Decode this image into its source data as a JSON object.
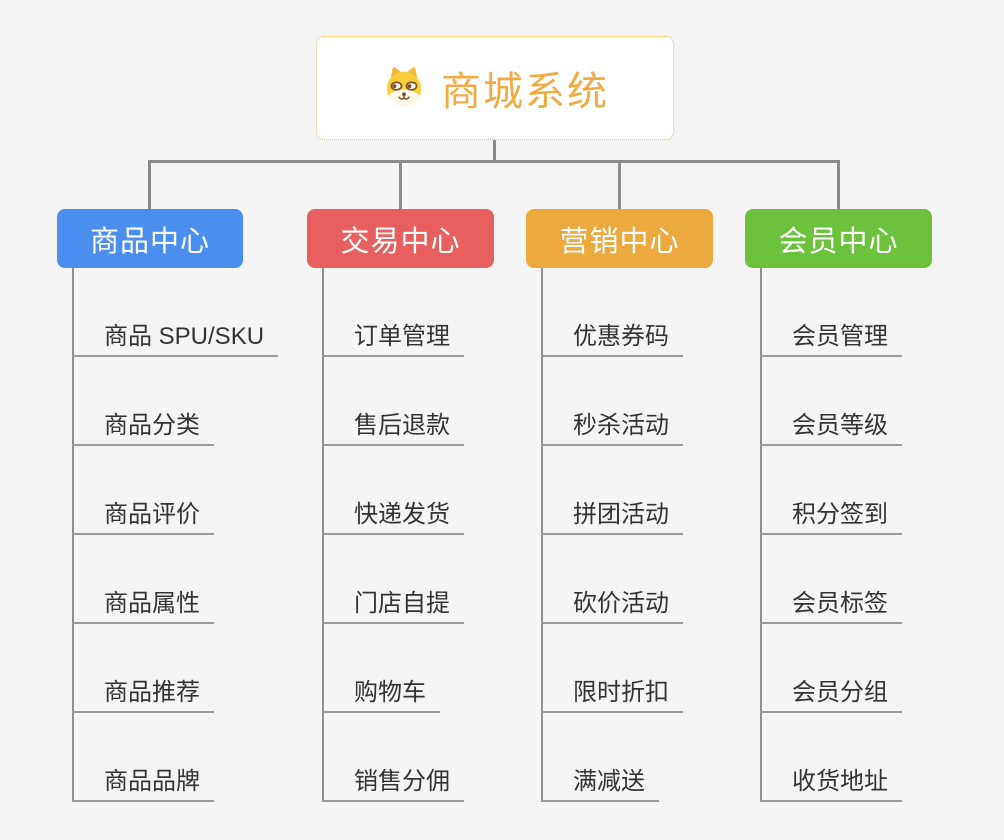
{
  "root": {
    "title": "商城系统",
    "icon": "dog-face-icon"
  },
  "branches": [
    {
      "title": "商品中心",
      "color": "#4a8ff0",
      "items": [
        "商品 SPU/SKU",
        "商品分类",
        "商品评价",
        "商品属性",
        "商品推荐",
        "商品品牌"
      ]
    },
    {
      "title": "交易中心",
      "color": "#e75f5f",
      "items": [
        "订单管理",
        "售后退款",
        "快递发货",
        "门店自提",
        "购物车",
        "销售分佣"
      ]
    },
    {
      "title": "营销中心",
      "color": "#eca93d",
      "items": [
        "优惠券码",
        "秒杀活动",
        "拼团活动",
        "砍价活动",
        "限时折扣",
        "满减送"
      ]
    },
    {
      "title": "会员中心",
      "color": "#6cc13d",
      "items": [
        "会员管理",
        "会员等级",
        "积分签到",
        "会员标签",
        "会员分组",
        "收货地址"
      ]
    }
  ],
  "colors": {
    "background": "#f5f5f5",
    "connector": "#8b8b8b",
    "underline": "#9a9a9a",
    "root_border": "#f0b860",
    "root_text": "#f0ab44",
    "item_text": "#333333"
  }
}
